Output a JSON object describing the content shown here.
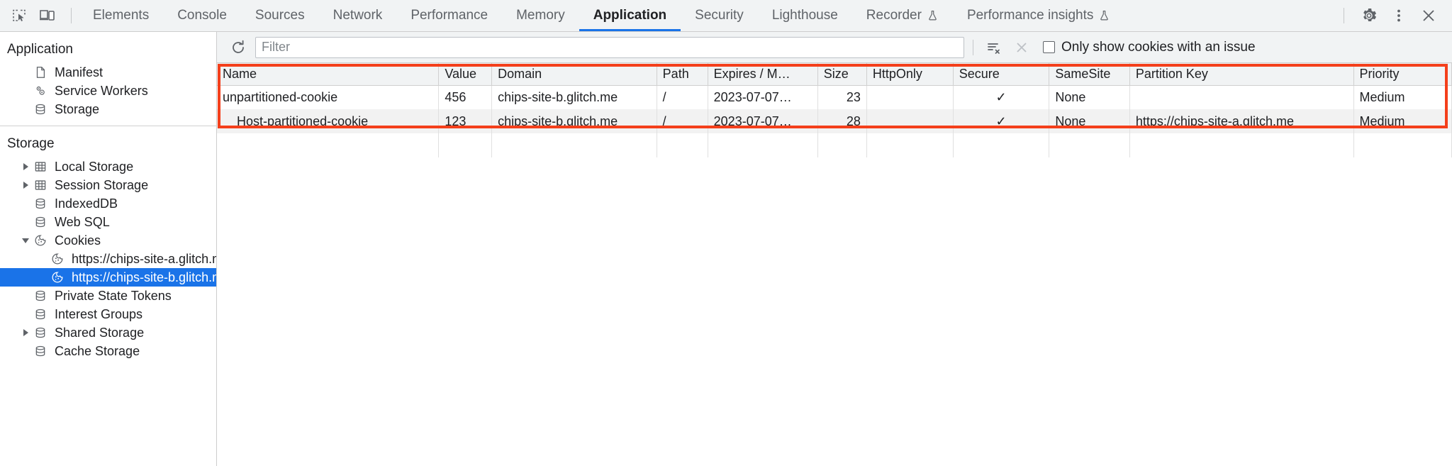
{
  "toolbar": {
    "inspect_icon": "inspect-element-icon",
    "device_icon": "device-toolbar-icon",
    "tabs": [
      {
        "label": "Elements",
        "selected": false,
        "experimental": false
      },
      {
        "label": "Console",
        "selected": false,
        "experimental": false
      },
      {
        "label": "Sources",
        "selected": false,
        "experimental": false
      },
      {
        "label": "Network",
        "selected": false,
        "experimental": false
      },
      {
        "label": "Performance",
        "selected": false,
        "experimental": false
      },
      {
        "label": "Memory",
        "selected": false,
        "experimental": false
      },
      {
        "label": "Application",
        "selected": true,
        "experimental": false
      },
      {
        "label": "Security",
        "selected": false,
        "experimental": false
      },
      {
        "label": "Lighthouse",
        "selected": false,
        "experimental": false
      },
      {
        "label": "Recorder",
        "selected": false,
        "experimental": true
      },
      {
        "label": "Performance insights",
        "selected": false,
        "experimental": true
      }
    ],
    "settings_icon": "gear-icon",
    "more_icon": "more-vertical-icon",
    "close_icon": "close-icon",
    "accent_color": "#1a73e8"
  },
  "sidebar": {
    "sections": [
      {
        "title": "Application",
        "items": [
          {
            "label": "Manifest",
            "icon": "document-icon",
            "level": 2,
            "twisty": "none",
            "selected": false
          },
          {
            "label": "Service Workers",
            "icon": "gears-icon",
            "level": 2,
            "twisty": "none",
            "selected": false
          },
          {
            "label": "Storage",
            "icon": "database-icon",
            "level": 2,
            "twisty": "none",
            "selected": false
          }
        ]
      },
      {
        "title": "Storage",
        "items": [
          {
            "label": "Local Storage",
            "icon": "table-icon",
            "level": 2,
            "twisty": "closed",
            "selected": false
          },
          {
            "label": "Session Storage",
            "icon": "table-icon",
            "level": 2,
            "twisty": "closed",
            "selected": false
          },
          {
            "label": "IndexedDB",
            "icon": "database-icon",
            "level": 2,
            "twisty": "none",
            "selected": false
          },
          {
            "label": "Web SQL",
            "icon": "database-icon",
            "level": 2,
            "twisty": "none",
            "selected": false
          },
          {
            "label": "Cookies",
            "icon": "cookie-icon",
            "level": 2,
            "twisty": "open",
            "selected": false
          },
          {
            "label": "https://chips-site-a.glitch.me",
            "icon": "cookie-icon",
            "level": 3,
            "twisty": "none",
            "selected": false
          },
          {
            "label": "https://chips-site-b.glitch.me",
            "icon": "cookie-icon",
            "level": 3,
            "twisty": "none",
            "selected": true
          },
          {
            "label": "Private State Tokens",
            "icon": "database-icon",
            "level": 2,
            "twisty": "none",
            "selected": false
          },
          {
            "label": "Interest Groups",
            "icon": "database-icon",
            "level": 2,
            "twisty": "none",
            "selected": false
          },
          {
            "label": "Shared Storage",
            "icon": "database-icon",
            "level": 2,
            "twisty": "closed",
            "selected": false
          },
          {
            "label": "Cache Storage",
            "icon": "database-icon",
            "level": 2,
            "twisty": "none",
            "selected": false
          }
        ]
      }
    ],
    "selected_color": "#1a73e8"
  },
  "filterbar": {
    "refresh_icon": "refresh-icon",
    "filter_value": "",
    "filter_placeholder": "Filter",
    "clear_filtered_icon": "clear-filtered-icon",
    "clear_icon": "clear-x-icon",
    "issue_checkbox_label": "Only show cookies with an issue",
    "issue_checkbox_checked": false
  },
  "cookie_table": {
    "columns": [
      "Name",
      "Value",
      "Domain",
      "Path",
      "Expires / M…",
      "Size",
      "HttpOnly",
      "Secure",
      "SameSite",
      "Partition Key",
      "Priority"
    ],
    "rows": [
      {
        "Name": "unpartitioned-cookie",
        "Value": "456",
        "Domain": "chips-site-b.glitch.me",
        "Path": "/",
        "Expires / M…": "2023-07-07…",
        "Size": "23",
        "HttpOnly": "",
        "Secure": "✓",
        "SameSite": "None",
        "Partition Key": "",
        "Priority": "Medium"
      },
      {
        "Name": "__Host-partitioned-cookie",
        "Value": "123",
        "Domain": "chips-site-b.glitch.me",
        "Path": "/",
        "Expires / M…": "2023-07-07…",
        "Size": "28",
        "HttpOnly": "",
        "Secure": "✓",
        "SameSite": "None",
        "Partition Key": "https://chips-site-a.glitch.me",
        "Priority": "Medium"
      }
    ],
    "highlight_color": "#f43f1b"
  }
}
